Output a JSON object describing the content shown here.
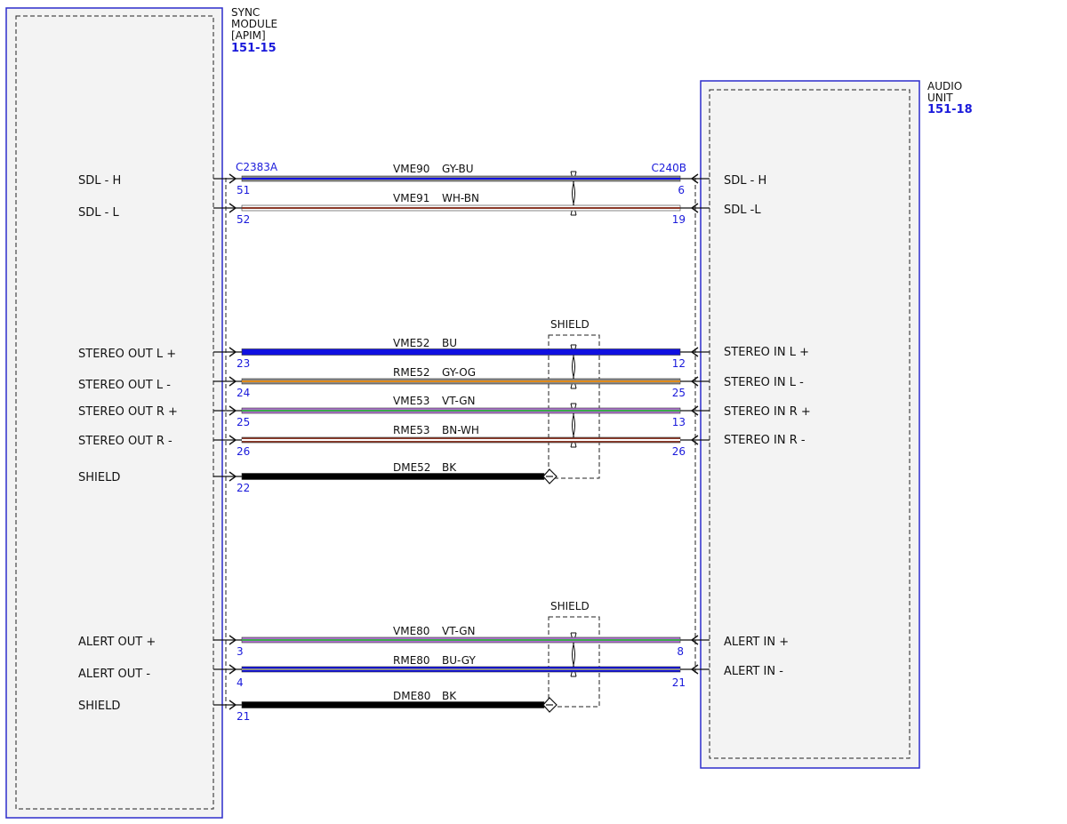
{
  "modules": {
    "left": {
      "title": [
        "SYNC",
        "MODULE",
        "[APIM]"
      ],
      "ref": "151-15",
      "connector": "C2383A"
    },
    "right": {
      "title": [
        "AUDIO",
        "UNIT"
      ],
      "ref": "151-18",
      "connector": "C240B"
    }
  },
  "colors": {
    "module_border": "#2d2dcc",
    "module_fill": "#f3f3f3",
    "pin_text": "#1a1adb",
    "GY": "#8a8a8a",
    "BU": "#1010e0",
    "WH": "#ffffff",
    "BN": "#8b3a2a",
    "OG": "#e08a1a",
    "VT": "#b070d0",
    "GN": "#3aa84a",
    "BK": "#000000"
  },
  "wires": [
    {
      "circuit": "VME90",
      "color": "GY-BU",
      "left_label": "SDL - H",
      "right_label": "SDL - H",
      "left_pin": "51",
      "right_pin": "6",
      "twisted": true
    },
    {
      "circuit": "VME91",
      "color": "WH-BN",
      "left_label": "SDL - L",
      "right_label": "SDL -L",
      "left_pin": "52",
      "right_pin": "19",
      "twisted": true
    },
    {
      "circuit": "VME52",
      "color": "BU",
      "left_label": "STEREO OUT L +",
      "right_label": "STEREO IN L +",
      "left_pin": "23",
      "right_pin": "12",
      "twisted": true
    },
    {
      "circuit": "RME52",
      "color": "GY-OG",
      "left_label": "STEREO OUT L -",
      "right_label": "STEREO IN L -",
      "left_pin": "24",
      "right_pin": "25",
      "twisted": true
    },
    {
      "circuit": "VME53",
      "color": "VT-GN",
      "left_label": "STEREO OUT R +",
      "right_label": "STEREO IN R +",
      "left_pin": "25",
      "right_pin": "13",
      "twisted": true
    },
    {
      "circuit": "RME53",
      "color": "BN-WH",
      "left_label": "STEREO OUT R -",
      "right_label": "STEREO IN R -",
      "left_pin": "26",
      "right_pin": "26",
      "twisted": true
    },
    {
      "circuit": "DME52",
      "color": "BK",
      "left_label": "SHIELD",
      "right_label": "",
      "left_pin": "22",
      "right_pin": "",
      "drain": true
    },
    {
      "circuit": "VME80",
      "color": "VT-GN",
      "left_label": "ALERT OUT +",
      "right_label": "ALERT IN +",
      "left_pin": "3",
      "right_pin": "8",
      "twisted": true
    },
    {
      "circuit": "RME80",
      "color": "BU-GY",
      "left_label": "ALERT OUT -",
      "right_label": "ALERT IN -",
      "left_pin": "4",
      "right_pin": "21",
      "twisted": true
    },
    {
      "circuit": "DME80",
      "color": "BK",
      "left_label": "SHIELD",
      "right_label": "",
      "left_pin": "21",
      "right_pin": "",
      "drain": true
    }
  ],
  "shields": [
    {
      "label": "SHIELD"
    },
    {
      "label": "SHIELD"
    }
  ]
}
